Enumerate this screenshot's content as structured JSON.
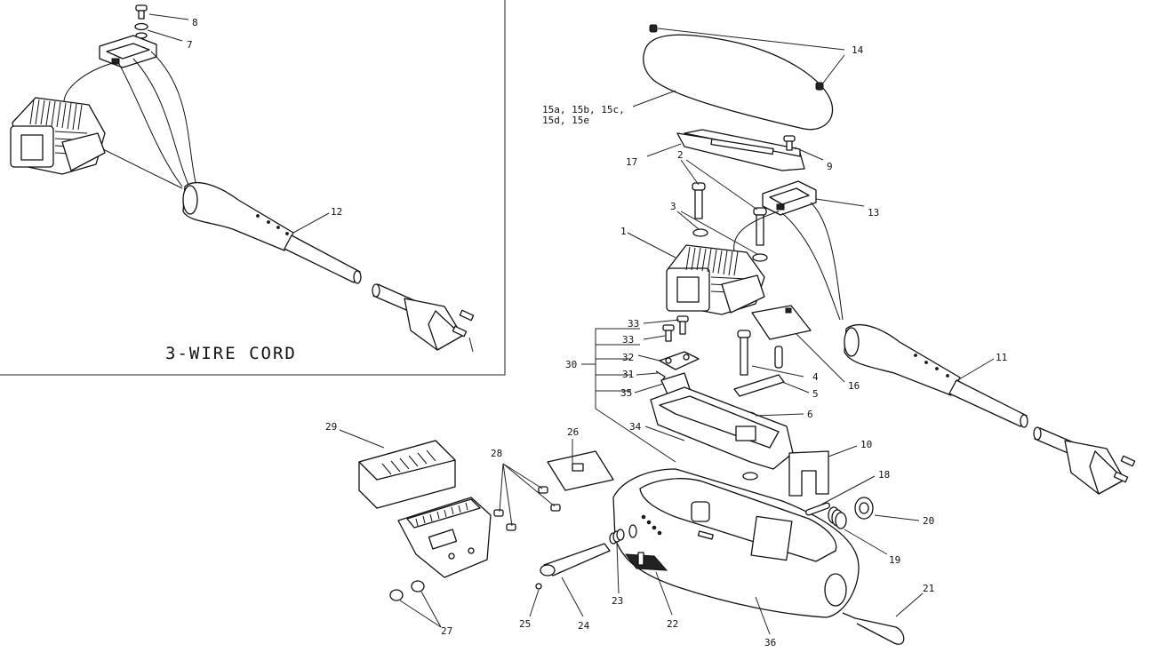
{
  "diagram": {
    "inset_caption": "3-WIRE CORD",
    "callouts": [
      {
        "id": "c8",
        "text": "8"
      },
      {
        "id": "c7",
        "text": "7"
      },
      {
        "id": "c12",
        "text": "12"
      },
      {
        "id": "c14",
        "text": "14"
      },
      {
        "id": "c15",
        "text": "15a, 15b, 15c,"
      },
      {
        "id": "c15b",
        "text": "15d, 15e"
      },
      {
        "id": "c17",
        "text": "17"
      },
      {
        "id": "c9",
        "text": "9"
      },
      {
        "id": "c2",
        "text": "2"
      },
      {
        "id": "c13",
        "text": "13"
      },
      {
        "id": "c3",
        "text": "3"
      },
      {
        "id": "c1",
        "text": "1"
      },
      {
        "id": "c11",
        "text": "11"
      },
      {
        "id": "c33a",
        "text": "33"
      },
      {
        "id": "c33b",
        "text": "33"
      },
      {
        "id": "c32",
        "text": "32"
      },
      {
        "id": "c30",
        "text": "30"
      },
      {
        "id": "c31",
        "text": "31"
      },
      {
        "id": "c35",
        "text": "35"
      },
      {
        "id": "c4",
        "text": "4"
      },
      {
        "id": "c5",
        "text": "5"
      },
      {
        "id": "c16",
        "text": "16"
      },
      {
        "id": "c6",
        "text": "6"
      },
      {
        "id": "c34",
        "text": "34"
      },
      {
        "id": "c29",
        "text": "29"
      },
      {
        "id": "c26",
        "text": "26"
      },
      {
        "id": "c28",
        "text": "28"
      },
      {
        "id": "c10",
        "text": "10"
      },
      {
        "id": "c18",
        "text": "18"
      },
      {
        "id": "c20",
        "text": "20"
      },
      {
        "id": "c19",
        "text": "19"
      },
      {
        "id": "c21",
        "text": "21"
      },
      {
        "id": "c27",
        "text": "27"
      },
      {
        "id": "c25",
        "text": "25"
      },
      {
        "id": "c24",
        "text": "24"
      },
      {
        "id": "c23",
        "text": "23"
      },
      {
        "id": "c22",
        "text": "22"
      },
      {
        "id": "c36",
        "text": "36"
      }
    ]
  }
}
